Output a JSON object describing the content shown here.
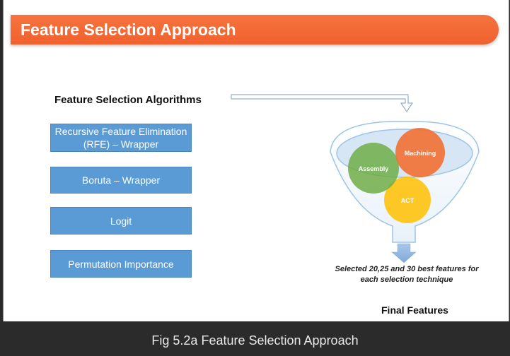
{
  "title": "Feature Selection Approach",
  "algorithms_heading": "Feature Selection Algorithms",
  "algorithms": [
    {
      "line1": "Recursive Feature Elimination",
      "line2": "(RFE) – Wrapper"
    },
    {
      "line1": "Boruta – Wrapper",
      "line2": ""
    },
    {
      "line1": "Logit",
      "line2": ""
    },
    {
      "line1": "Permutation Importance",
      "line2": ""
    }
  ],
  "funnel": {
    "circles": [
      {
        "label": "Machining",
        "color": "#f36c2e"
      },
      {
        "label": "Assembly",
        "color": "#70ad47"
      },
      {
        "label": "ACT",
        "color": "#ffc000"
      }
    ]
  },
  "selected_caption": {
    "line1": "Selected 20,25 and 30 best features for",
    "line2": "each selection technique"
  },
  "final_features": "Final Features",
  "figure_caption": "Fig 5.2a Feature Selection Approach",
  "colors": {
    "title_bar": "#f0612e",
    "algo_box": "#5b9bd5",
    "funnel_stroke": "#9dc3e6",
    "arrow": "#9dc3e6"
  }
}
